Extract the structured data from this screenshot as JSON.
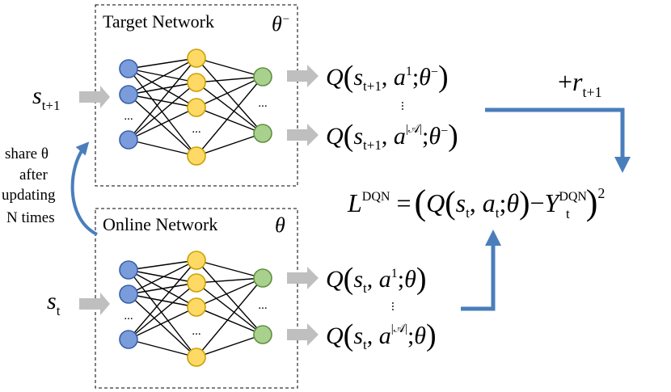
{
  "target_net": {
    "title": "Target Network",
    "param": "θ",
    "param_sup": "−"
  },
  "online_net": {
    "title": "Online Network",
    "param": "θ"
  },
  "inputs": {
    "next_state": {
      "base": "s",
      "sub": "t+1"
    },
    "state": {
      "base": "s",
      "sub": "t"
    }
  },
  "share_note": {
    "line1": "share θ",
    "line2": "after",
    "line3": "updating",
    "line4": "N times"
  },
  "target_outputs": {
    "first": {
      "q": "Q",
      "s_base": "s",
      "s_sub": "t+1",
      "a_base": "a",
      "a_sup": "1",
      "theta": "θ",
      "theta_sup": "−"
    },
    "last": {
      "q": "Q",
      "s_base": "s",
      "s_sub": "t+1",
      "a_base": "a",
      "a_sup": "|𝒜|",
      "theta": "θ",
      "theta_sup": "−"
    },
    "dots": "..."
  },
  "online_outputs": {
    "first": {
      "q": "Q",
      "s_base": "s",
      "s_sub": "t",
      "a_base": "a",
      "a_sup": "1",
      "theta": "θ"
    },
    "last": {
      "q": "Q",
      "s_base": "s",
      "s_sub": "t",
      "a_base": "a",
      "a_sup": "|𝒜|",
      "theta": "θ"
    },
    "dots": "..."
  },
  "reward": {
    "plus": "+",
    "base": "r",
    "sub": "t+1"
  },
  "loss": {
    "L": "L",
    "L_sup": "DQN",
    "eq": "=",
    "q": "Q",
    "s_base": "s",
    "s_sub": "t",
    "a_base": "a",
    "a_sub": "t",
    "theta": "θ",
    "minus": "−",
    "Y": "Y",
    "Y_sub": "t",
    "Y_sup": "DQN",
    "square": "2"
  },
  "layer_dots": "...",
  "colors": {
    "input_node": "#7b9cdb",
    "input_node_stroke": "#3a5ea8",
    "hidden_node": "#ffd966",
    "hidden_node_stroke": "#c9a100",
    "output_node": "#a9d18e",
    "output_node_stroke": "#5f8f3e",
    "gray_arrow": "#bfbfbf",
    "blue_arrow": "#4a7ebb"
  }
}
